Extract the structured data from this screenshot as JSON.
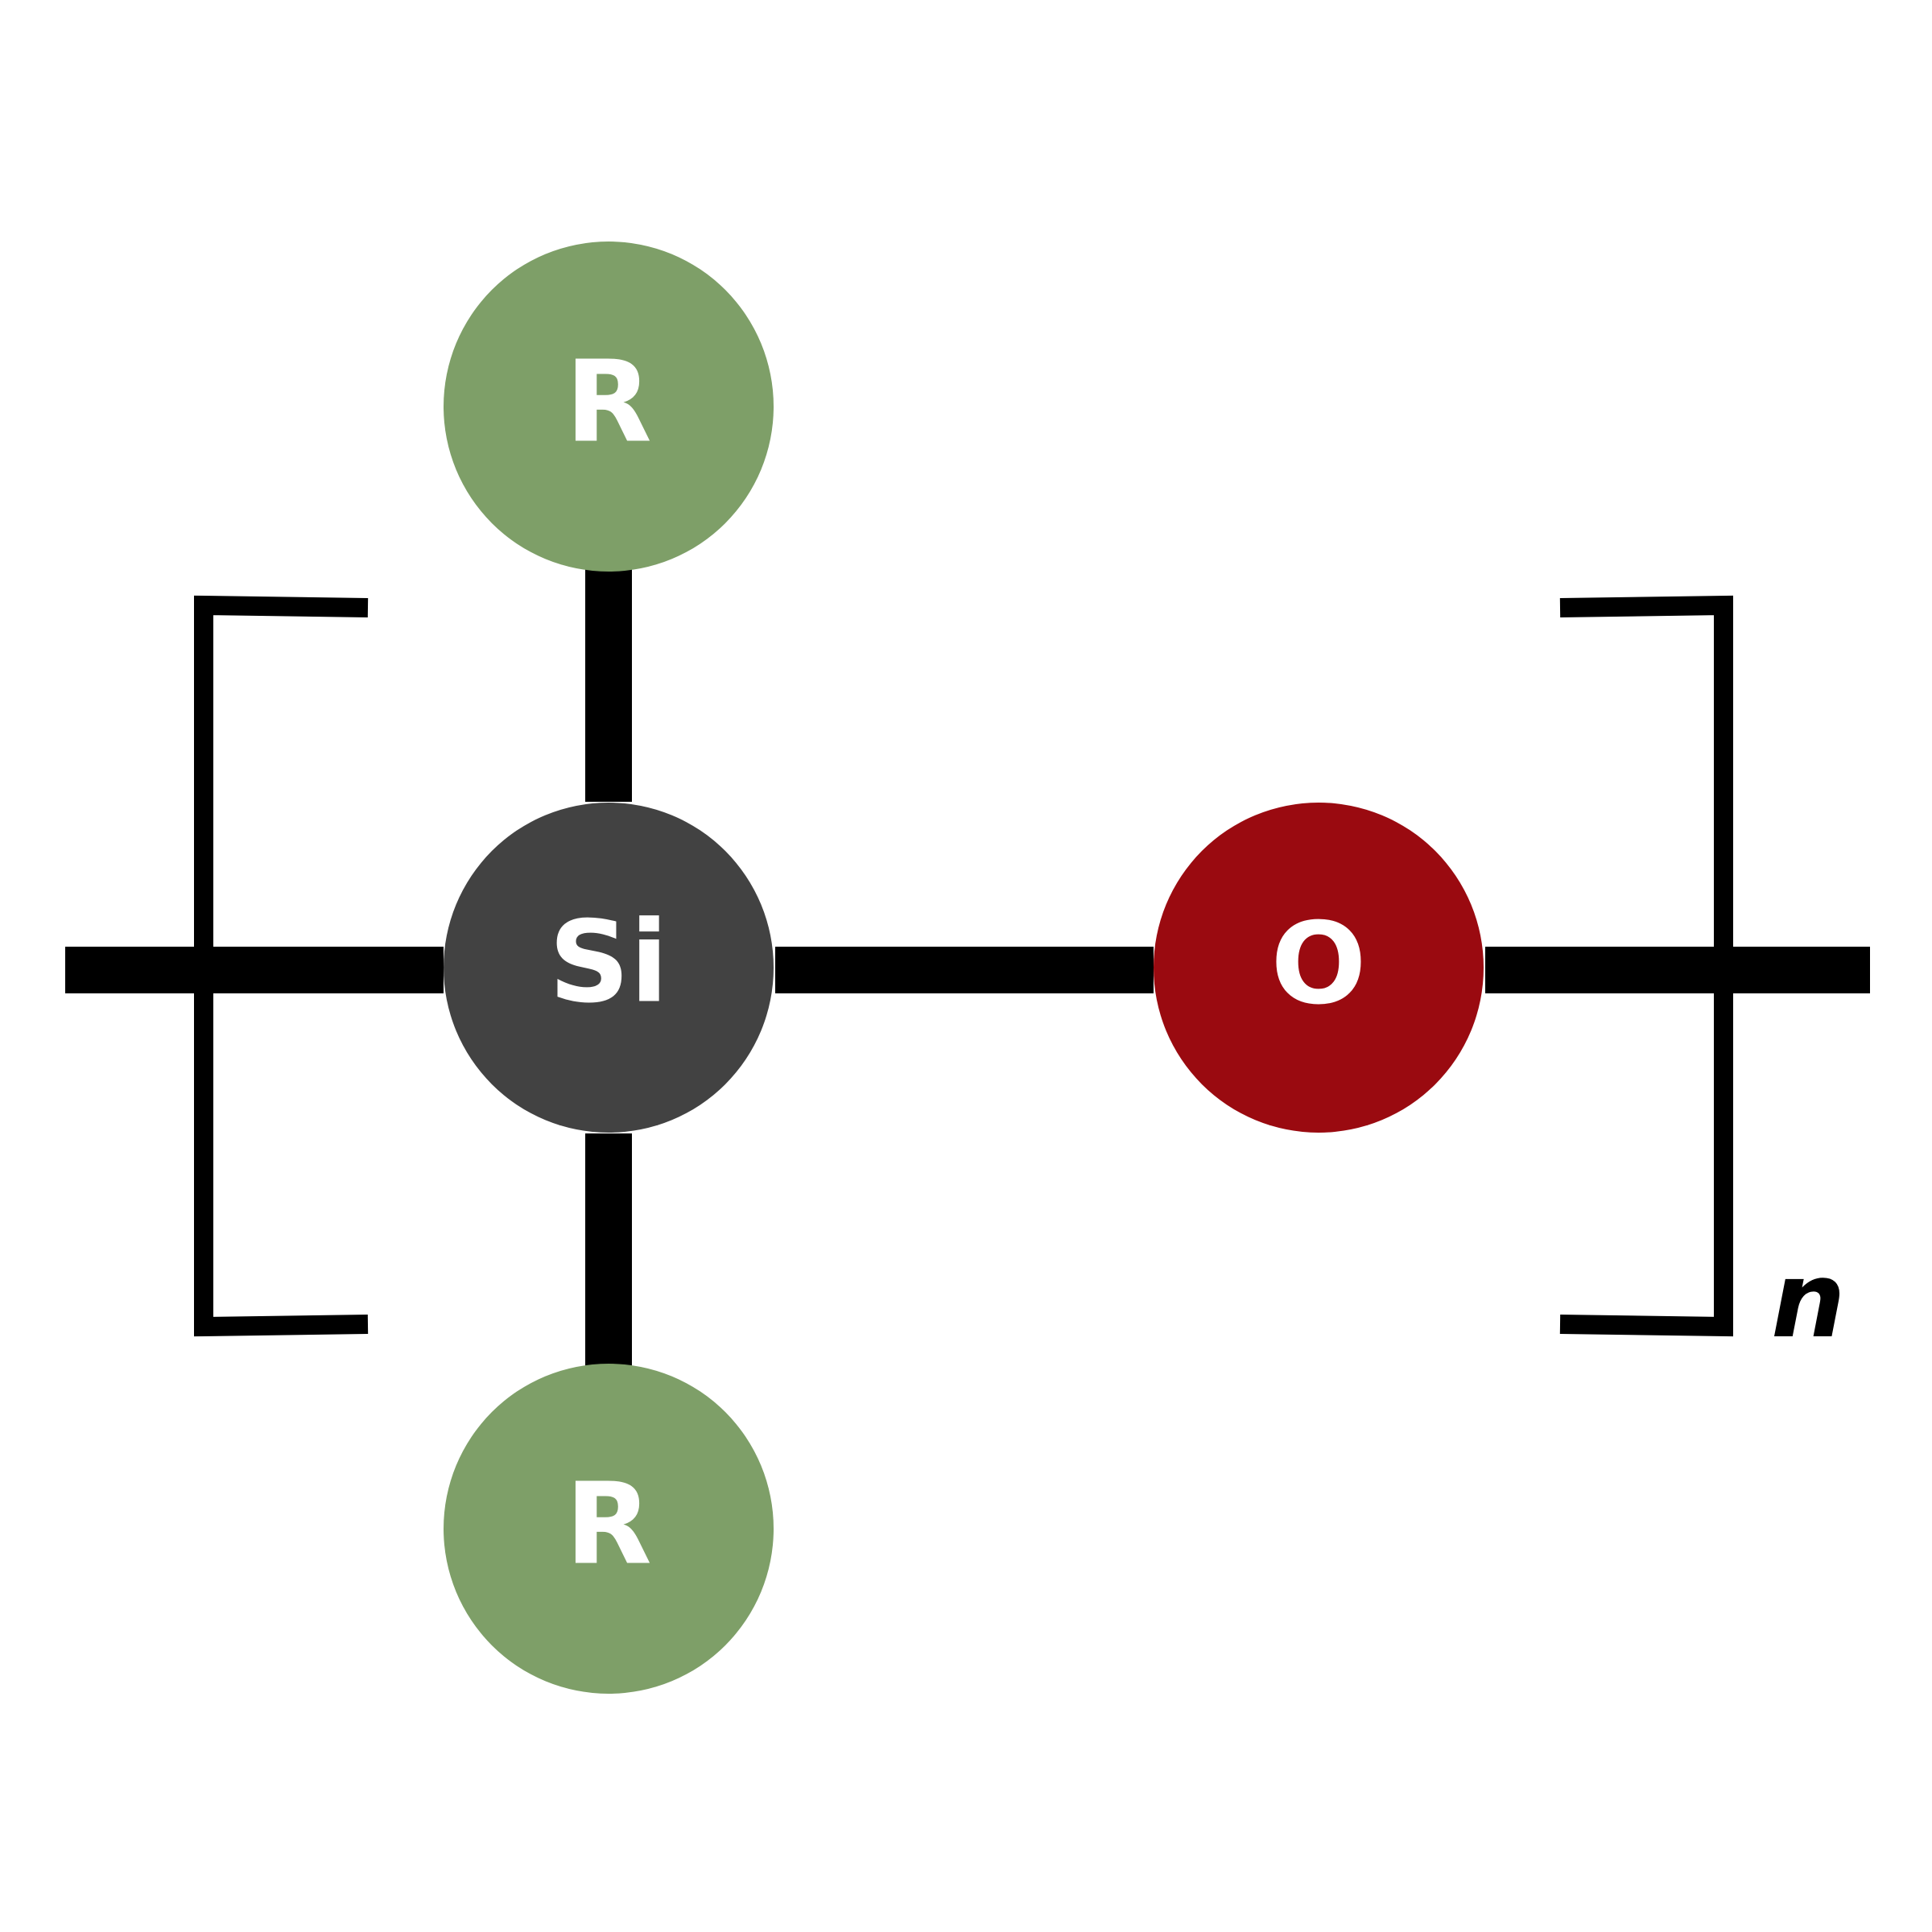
{
  "diagram": {
    "atoms": {
      "silicon": {
        "label": "Si",
        "color": "#424242"
      },
      "oxygen": {
        "label": "O",
        "color": "#9A0A10"
      },
      "r_top": {
        "label": "R",
        "color": "#7E9F68"
      },
      "r_bottom": {
        "label": "R",
        "color": "#7E9F68"
      }
    },
    "label_color": "#FFFFFF",
    "bond_color": "#000000",
    "bracket_color": "#000000",
    "repeat_subscript": "n"
  }
}
